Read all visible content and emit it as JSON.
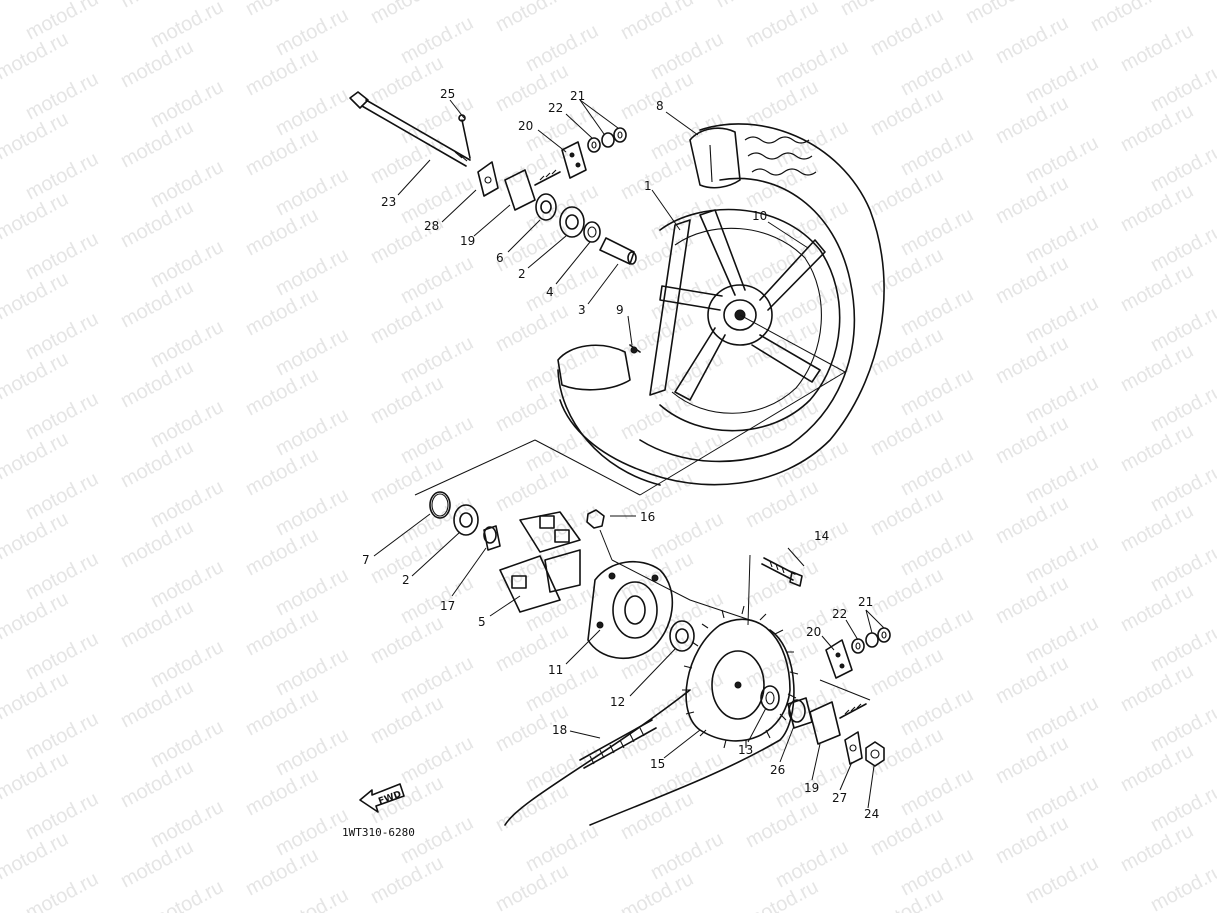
{
  "watermark": {
    "text": "motod.ru",
    "color": "#cfcfcf"
  },
  "diagram_code": "1WT310-6280",
  "fwd_label": "FWD",
  "callouts": [
    {
      "id": "25",
      "label": "25"
    },
    {
      "id": "23",
      "label": "23"
    },
    {
      "id": "28",
      "label": "28"
    },
    {
      "id": "20a",
      "label": "20"
    },
    {
      "id": "22a",
      "label": "22"
    },
    {
      "id": "21a",
      "label": "21"
    },
    {
      "id": "19a",
      "label": "19"
    },
    {
      "id": "6",
      "label": "6"
    },
    {
      "id": "2a",
      "label": "2"
    },
    {
      "id": "4",
      "label": "4"
    },
    {
      "id": "3",
      "label": "3"
    },
    {
      "id": "1",
      "label": "1"
    },
    {
      "id": "8",
      "label": "8"
    },
    {
      "id": "10",
      "label": "10"
    },
    {
      "id": "9",
      "label": "9"
    },
    {
      "id": "7",
      "label": "7"
    },
    {
      "id": "2b",
      "label": "2"
    },
    {
      "id": "17",
      "label": "17"
    },
    {
      "id": "5",
      "label": "5"
    },
    {
      "id": "16",
      "label": "16"
    },
    {
      "id": "11",
      "label": "11"
    },
    {
      "id": "12",
      "label": "12"
    },
    {
      "id": "14",
      "label": "14"
    },
    {
      "id": "18",
      "label": "18"
    },
    {
      "id": "15",
      "label": "15"
    },
    {
      "id": "13",
      "label": "13"
    },
    {
      "id": "26",
      "label": "26"
    },
    {
      "id": "19b",
      "label": "19"
    },
    {
      "id": "27",
      "label": "27"
    },
    {
      "id": "24",
      "label": "24"
    },
    {
      "id": "22b",
      "label": "22"
    },
    {
      "id": "21b",
      "label": "21"
    },
    {
      "id": "20b",
      "label": "20"
    }
  ]
}
